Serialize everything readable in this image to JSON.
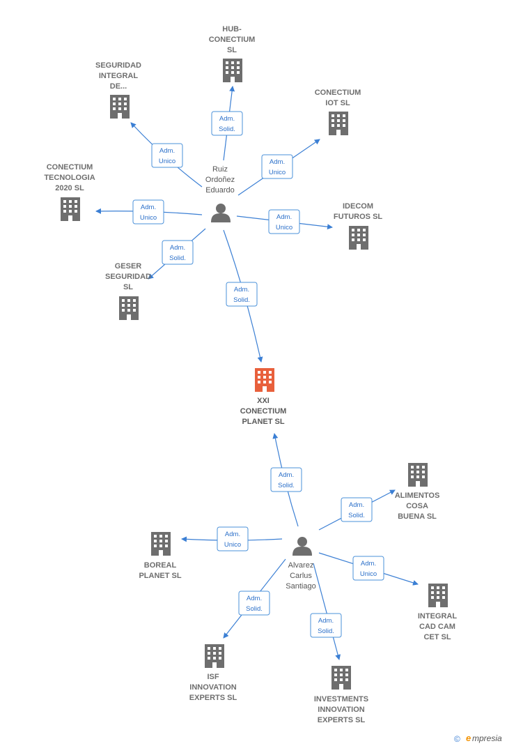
{
  "target": {
    "name_lines": [
      "XXI",
      "CONECTIUM",
      "PLANET  SL"
    ],
    "color": "#e8603c"
  },
  "people": [
    {
      "id": "ruiz",
      "name_lines": [
        "Ruiz",
        "Ordoñez",
        "Eduardo"
      ]
    },
    {
      "id": "alvarez",
      "name_lines": [
        "Alvarez",
        "Carlus",
        "Santiago"
      ]
    }
  ],
  "companies": [
    {
      "id": "hub",
      "name_lines": [
        "HUB-",
        "CONECTIUM",
        "SL"
      ]
    },
    {
      "id": "seguridad",
      "name_lines": [
        "SEGURIDAD",
        "INTEGRAL",
        "DE..."
      ]
    },
    {
      "id": "iot",
      "name_lines": [
        "CONECTIUM",
        "IOT  SL"
      ]
    },
    {
      "id": "tecnologia",
      "name_lines": [
        "CONECTIUM",
        "TECNOLOGIA",
        "2020  SL"
      ]
    },
    {
      "id": "idecom",
      "name_lines": [
        "IDECOM",
        "FUTUROS  SL"
      ]
    },
    {
      "id": "geser",
      "name_lines": [
        "GESER",
        "SEGURIDAD",
        "SL"
      ]
    },
    {
      "id": "alimentos",
      "name_lines": [
        "ALIMENTOS",
        "COSA",
        "BUENA  SL"
      ]
    },
    {
      "id": "boreal",
      "name_lines": [
        "BOREAL",
        "PLANET SL"
      ]
    },
    {
      "id": "integral",
      "name_lines": [
        "INTEGRAL",
        "CAD CAM",
        "CET SL"
      ]
    },
    {
      "id": "isf",
      "name_lines": [
        "ISF",
        "INNOVATION",
        "EXPERTS  SL"
      ]
    },
    {
      "id": "investments",
      "name_lines": [
        "INVESTMENTS",
        "INNOVATION",
        "EXPERTS  SL"
      ]
    }
  ],
  "relations": [
    {
      "from": "ruiz",
      "to": "hub",
      "label_lines": [
        "Adm.",
        "Solid."
      ]
    },
    {
      "from": "ruiz",
      "to": "seguridad",
      "label_lines": [
        "Adm.",
        "Unico"
      ]
    },
    {
      "from": "ruiz",
      "to": "iot",
      "label_lines": [
        "Adm.",
        "Unico"
      ]
    },
    {
      "from": "ruiz",
      "to": "tecnologia",
      "label_lines": [
        "Adm.",
        "Unico"
      ]
    },
    {
      "from": "ruiz",
      "to": "idecom",
      "label_lines": [
        "Adm.",
        "Unico"
      ]
    },
    {
      "from": "ruiz",
      "to": "geser",
      "label_lines": [
        "Adm.",
        "Solid."
      ]
    },
    {
      "from": "ruiz",
      "to": "target",
      "label_lines": [
        "Adm.",
        "Solid."
      ]
    },
    {
      "from": "alvarez",
      "to": "target",
      "label_lines": [
        "Adm.",
        "Solid."
      ]
    },
    {
      "from": "alvarez",
      "to": "alimentos",
      "label_lines": [
        "Adm.",
        "Solid."
      ]
    },
    {
      "from": "alvarez",
      "to": "boreal",
      "label_lines": [
        "Adm.",
        "Unico"
      ]
    },
    {
      "from": "alvarez",
      "to": "integral",
      "label_lines": [
        "Adm.",
        "Unico"
      ]
    },
    {
      "from": "alvarez",
      "to": "isf",
      "label_lines": [
        "Adm.",
        "Solid."
      ]
    },
    {
      "from": "alvarez",
      "to": "investments",
      "label_lines": [
        "Adm.",
        "Solid."
      ]
    }
  ],
  "colors": {
    "edge": "#3b7fd4",
    "company_icon": "#6e6e6e",
    "person_icon": "#6e6e6e",
    "target_icon": "#e8603c"
  },
  "footer": {
    "copyright_symbol": "©",
    "brand_initial": "e",
    "brand_rest": "mpresia"
  }
}
